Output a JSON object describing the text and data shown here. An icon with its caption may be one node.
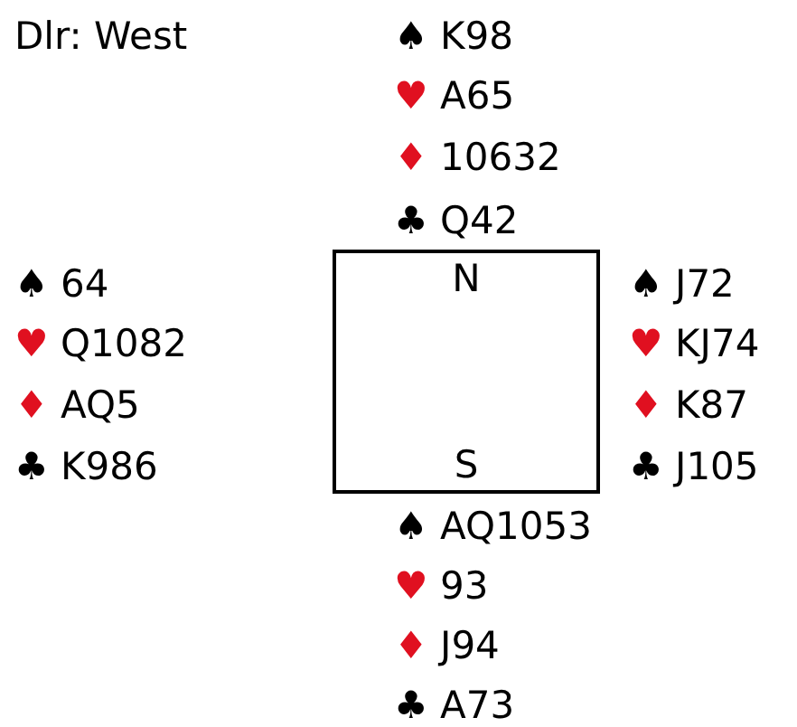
{
  "diagram": {
    "nodes": [
      {
        "text": [
          "N",
          "S"
        ]
      }
    ],
    "edges": [],
    "labels": [
      "Dlr: West",
      "♠ K98",
      "♥ A65",
      "♦ 10632",
      "♣ Q42",
      "♠ 64",
      "♥ Q1082",
      "♦ AQ5",
      "♣ K986",
      "♠ J72",
      "♥ KJ74",
      "♦ K87",
      "♣ J105",
      "♠ AQ1053",
      "♥ 93",
      "♦ J94",
      "♣ A73"
    ]
  }
}
